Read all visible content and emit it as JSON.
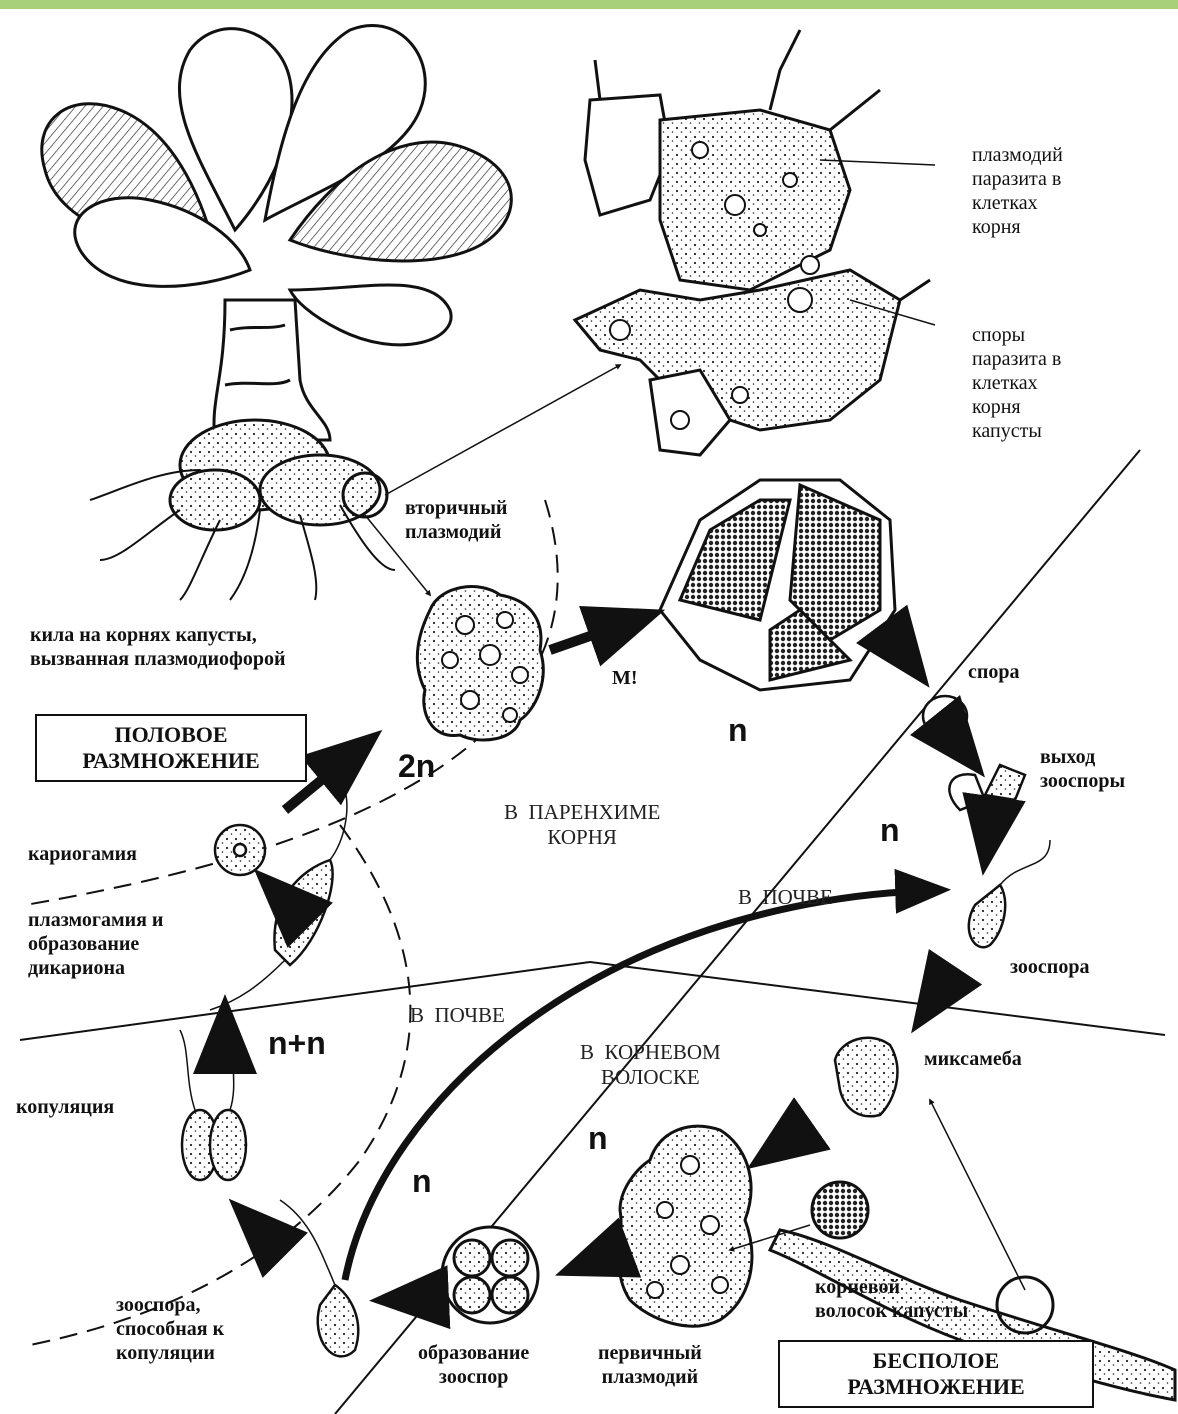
{
  "labels": {
    "plasmodium_in_cells": "плазмодий\nпаразита в\nклетках\nкорня",
    "spores_in_cells": "споры\nпаразита в\nклетках\nкорня\nкапусты",
    "secondary_plasmodium": "вторичный\nплазмодий",
    "clubroot": "кила на корнях капусты,\nвызванная плазмодиофорой",
    "meiosis": "М!",
    "spore": "спора",
    "zoospore_exit": "выход\nзооспоры",
    "zoospore": "зооспора",
    "myxamoeba": "миксамеба",
    "karyogamy": "кариогамия",
    "plasmogamy": "плазмогамия и\nобразование\nдикариона",
    "copulation": "копуляция",
    "zoospore_copulating": "зооспора,\nспособная к\nкопуляции",
    "zoospore_formation": "образование\nзооспор",
    "primary_plasmodium": "первичный\nплазмодий",
    "root_hair": "корневой\nволосок капусты"
  },
  "zones": {
    "root_parenchyma": "В  ПАРЕНХИМЕ\nКОРНЯ",
    "in_soil_right": "В  ПОЧВЕ",
    "in_soil_left": "В  ПОЧВЕ",
    "in_root_hair": "В  КОРНЕВОМ\nВОЛОСКЕ"
  },
  "ploidy": {
    "diploid": "2n",
    "haploid_top": "n",
    "haploid_right": "n",
    "dikaryon": "n+n",
    "haploid_mid": "n",
    "haploid_left": "n"
  },
  "boxes": {
    "sexual": "ПОЛОВОЕ\nРАЗМНОЖЕНИЕ",
    "asexual": "БЕСПОЛОЕ\nРАЗМНОЖЕНИЕ"
  },
  "colors": {
    "top_bar": "#a8d07a",
    "ink": "#111111"
  }
}
